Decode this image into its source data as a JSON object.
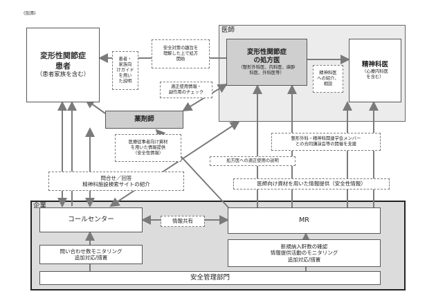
{
  "page_note": "(別添)",
  "regions": {
    "doctor": "医師",
    "company": "企業"
  },
  "nodes": {
    "patient": {
      "line1": "変形性関節症",
      "line2": "患者",
      "line3": "（患者家族を含む）"
    },
    "prescriber": {
      "line1": "変形性関節症",
      "line2": "の処方医",
      "line3": "（整形外科医、内科医、麻酔",
      "line4": "科医、外科医等）"
    },
    "psychiatrist": {
      "line1": "精神科医",
      "line2": "（心療内科医",
      "line3": "を含む）"
    },
    "pharmacist": {
      "label": "薬剤師"
    },
    "call_center": {
      "label": "コールセンター"
    },
    "mr": {
      "label": "MR"
    },
    "safety_dept": {
      "label": "安全管理部門"
    }
  },
  "notes": {
    "patient_guide": [
      "患者・",
      "家族向",
      "けガイド",
      "を用い",
      "た説明"
    ],
    "safety_measures": [
      "安全対策の趣旨を",
      "理解した上で処方",
      "開始"
    ],
    "proper_use": [
      "適正使用情報・",
      "副作用のチェック"
    ],
    "psych_referral": [
      "精神科医",
      "への紹介、",
      "相談"
    ],
    "hcp_materials": [
      "医療従事者向け資材",
      "を用いた情報提供",
      "（安全性情報）"
    ],
    "joint_lecture": [
      "整形外科・精神科関連学会メンバー",
      "との合同講演会等の開催を支援"
    ],
    "explain_to_prescriber": [
      "処方医への適正使用の説明"
    ],
    "doctor_materials": [
      "医師向け資材を用いた情報提供（安全性情報）"
    ],
    "inquiry": [
      "問合せ／回答",
      "精神科施設検索サイトの紹介"
    ],
    "info_sharing": [
      "情報共有"
    ],
    "cc_monitoring": [
      "問い合わせ数モニタリング",
      "追加対応/措置"
    ],
    "mr_monitoring": [
      "新規納入軒数の確認",
      "情報提供活動のモニタリング",
      "追加対応/措置"
    ]
  },
  "colors": {
    "arrow": "#7a7a7a",
    "doctor_region": "#ececec",
    "company_region": "#dcdcdc",
    "gray_box": "#cfcfcf"
  }
}
